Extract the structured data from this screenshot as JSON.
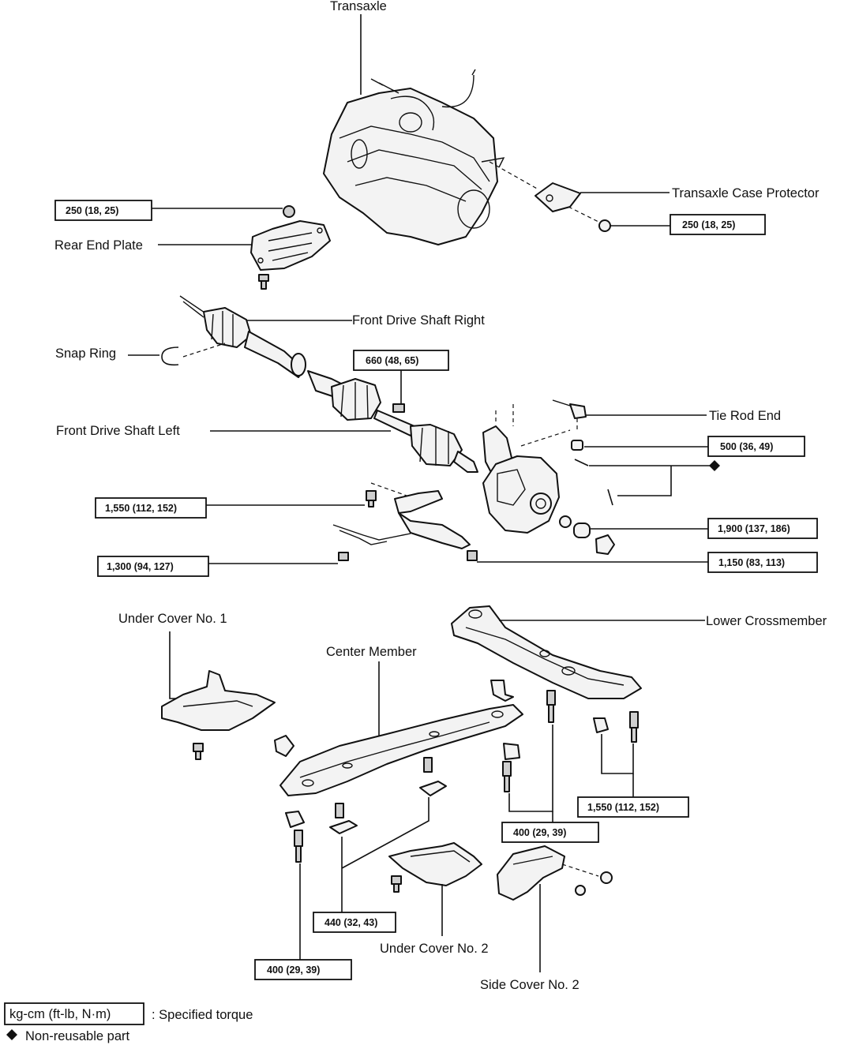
{
  "labels": {
    "transaxle": "Transaxle",
    "transaxle_case_protector": "Transaxle Case Protector",
    "rear_end_plate": "Rear End Plate",
    "front_drive_shaft_right": "Front Drive Shaft Right",
    "snap_ring": "Snap Ring",
    "front_drive_shaft_left": "Front Drive Shaft Left",
    "tie_rod_end": "Tie Rod End",
    "lower_crossmember": "Lower Crossmember",
    "under_cover_no1": "Under Cover No. 1",
    "center_member": "Center Member",
    "under_cover_no2": "Under Cover No. 2",
    "side_cover_no2": "Side Cover No. 2"
  },
  "torque": {
    "rear_end_plate_bolt": "250 (18, 25)",
    "case_protector_bolt": "250 (18, 25)",
    "drive_shaft_bearing_bolt": "660 (48, 65)",
    "tie_rod_nut": "500 (36, 49)",
    "lower_arm_ball_joint": "1,550 (112, 152)",
    "axle_hub_nut": "1,900 (137, 186)",
    "stabilizer_bolt": "1,300 (94, 127)",
    "lower_arm_bolt": "1,150 (83, 113)",
    "crossmember_bolts": "1,550 (112, 152)",
    "center_member_rear": "400 (29, 39)",
    "center_member_front": "440 (32, 43)",
    "center_member_bottom": "400 (29, 39)"
  },
  "legend": {
    "unit_box": "kg-cm (ft-lb, N·m)",
    "unit_text": ": Specified torque",
    "nonreusable": "Non-reusable part"
  }
}
